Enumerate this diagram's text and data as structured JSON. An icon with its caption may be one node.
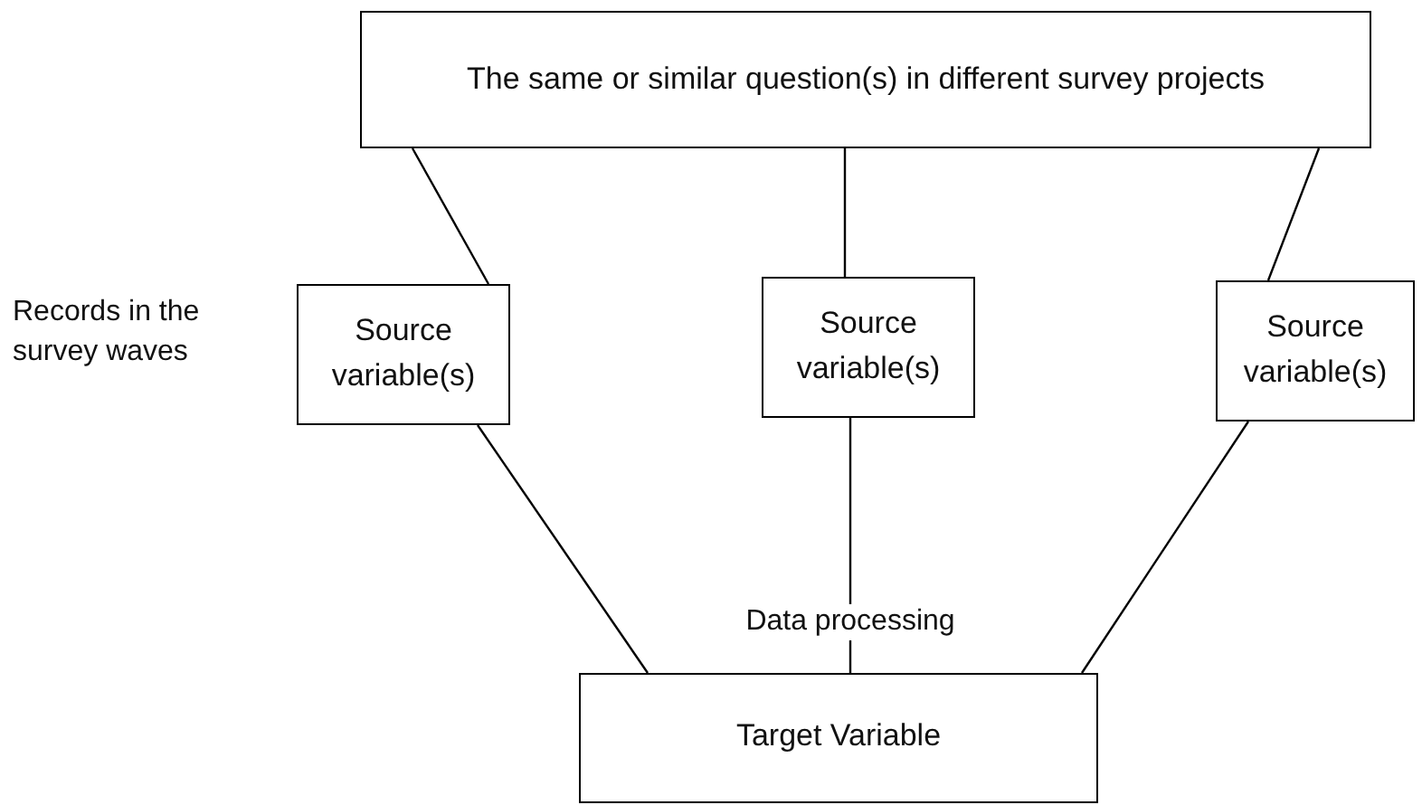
{
  "diagram": {
    "nodes": [
      {
        "text": [
          "The same or similar question(s) in different survey projects"
        ]
      },
      {
        "text": [
          "Source variable(s)"
        ]
      },
      {
        "text": [
          "Source variable(s)"
        ]
      },
      {
        "text": [
          "Source variable(s)"
        ]
      },
      {
        "text": [
          "Target Variable"
        ]
      }
    ],
    "edges": [
      {
        "from": 0,
        "to": 1,
        "arrow": "none"
      },
      {
        "from": 0,
        "to": 2,
        "arrow": "none"
      },
      {
        "from": 0,
        "to": 3,
        "arrow": "none"
      },
      {
        "from": 1,
        "to": 4,
        "arrow": "none"
      },
      {
        "from": 2,
        "to": 4,
        "arrow": "none",
        "label": "Data processing"
      },
      {
        "from": 3,
        "to": 4,
        "arrow": "none"
      }
    ],
    "labels": [
      "Records in the survey waves"
    ]
  }
}
